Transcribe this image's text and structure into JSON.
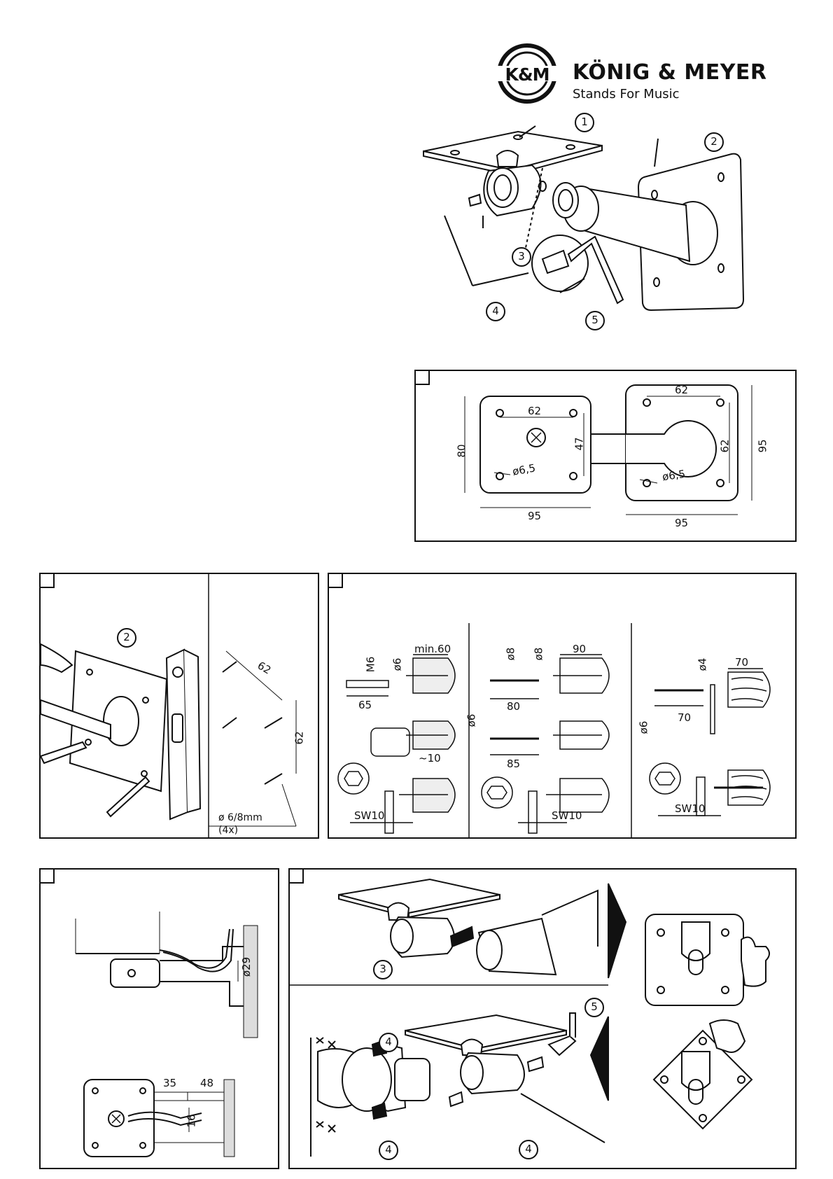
{
  "brand": {
    "logo_text": "K&M",
    "name": "KÖNIG & MEYER",
    "tagline": "Stands For Music"
  },
  "callouts": {
    "c1": "1",
    "c2": "2",
    "c3": "3",
    "c4": "4",
    "c5": "5"
  },
  "dimensions_panel": {
    "left_plate": {
      "height": "80",
      "width": "95",
      "hole_spacing_h": "62",
      "hole_spacing_v": "47",
      "hole_dia": "ø6,5"
    },
    "right_plate": {
      "top": "62",
      "side": "62",
      "height": "95",
      "width": "95",
      "hole_dia": "ø6,5"
    }
  },
  "drill_panel": {
    "callout": "2",
    "dim_h": "62",
    "dim_v": "62",
    "drill_note": "ø 6/8mm",
    "count_note": "(4x)"
  },
  "anchors_panel": {
    "col1": {
      "m": "M6",
      "dia": "ø6",
      "depth": "min.60",
      "len": "65",
      "approx": "~10",
      "sw": "SW10"
    },
    "col2": {
      "dia1": "ø8",
      "dia2": "ø8",
      "depth": "90",
      "len": "80",
      "dia3": "ø6",
      "len2": "85",
      "sw": "SW10"
    },
    "col3": {
      "dia": "ø4",
      "depth": "70",
      "dia2": "ø6",
      "len": "70",
      "sw": "SW10"
    }
  },
  "cable_panel": {
    "dia": "ø29",
    "d1": "35",
    "d2": "48",
    "d3": "16"
  },
  "assembly_panel": {
    "c3": "3",
    "c4a": "4",
    "c4b": "4",
    "c4c": "4",
    "c5": "5"
  }
}
